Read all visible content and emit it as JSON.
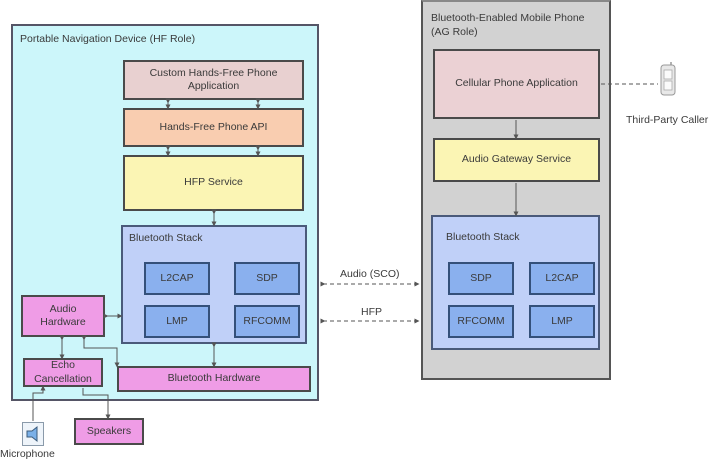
{
  "colors": {
    "hf_device_bg": "#ccf6fa",
    "ag_device_bg": "#d2d2d2",
    "custom_app": "#e8d0d0",
    "api": "#f9cdb0",
    "service": "#fbf5b4",
    "stack_bg": "#c0d0f8",
    "stack_block": "#8ab0ee",
    "hardware": "#ef9ce6",
    "cellular_app": "#ebd1d4",
    "line": "#555555"
  },
  "hf_device": {
    "title": "Portable Navigation Device (HF Role)",
    "custom_app": "Custom Hands-Free Phone Application",
    "api": "Hands-Free Phone API",
    "service": "HFP Service",
    "stack": {
      "title": "Bluetooth Stack",
      "blocks": [
        "L2CAP",
        "SDP",
        "LMP",
        "RFCOMM"
      ]
    },
    "audio_hardware": "Audio Hardware",
    "echo_cancellation": "Echo Cancellation",
    "bluetooth_hardware": "Bluetooth Hardware"
  },
  "external": {
    "speakers": "Speakers",
    "microphone": "Microphone",
    "third_party": "Third-Party Caller"
  },
  "links": {
    "audio": "Audio (SCO)",
    "hfp": "HFP"
  },
  "ag_device": {
    "title": "Bluetooth-Enabled Mobile Phone (AG Role)",
    "cellular_app": "Cellular Phone Application",
    "gateway": "Audio Gateway Service",
    "stack": {
      "title": "Bluetooth Stack",
      "blocks": [
        "SDP",
        "L2CAP",
        "RFCOMM",
        "LMP"
      ]
    }
  }
}
